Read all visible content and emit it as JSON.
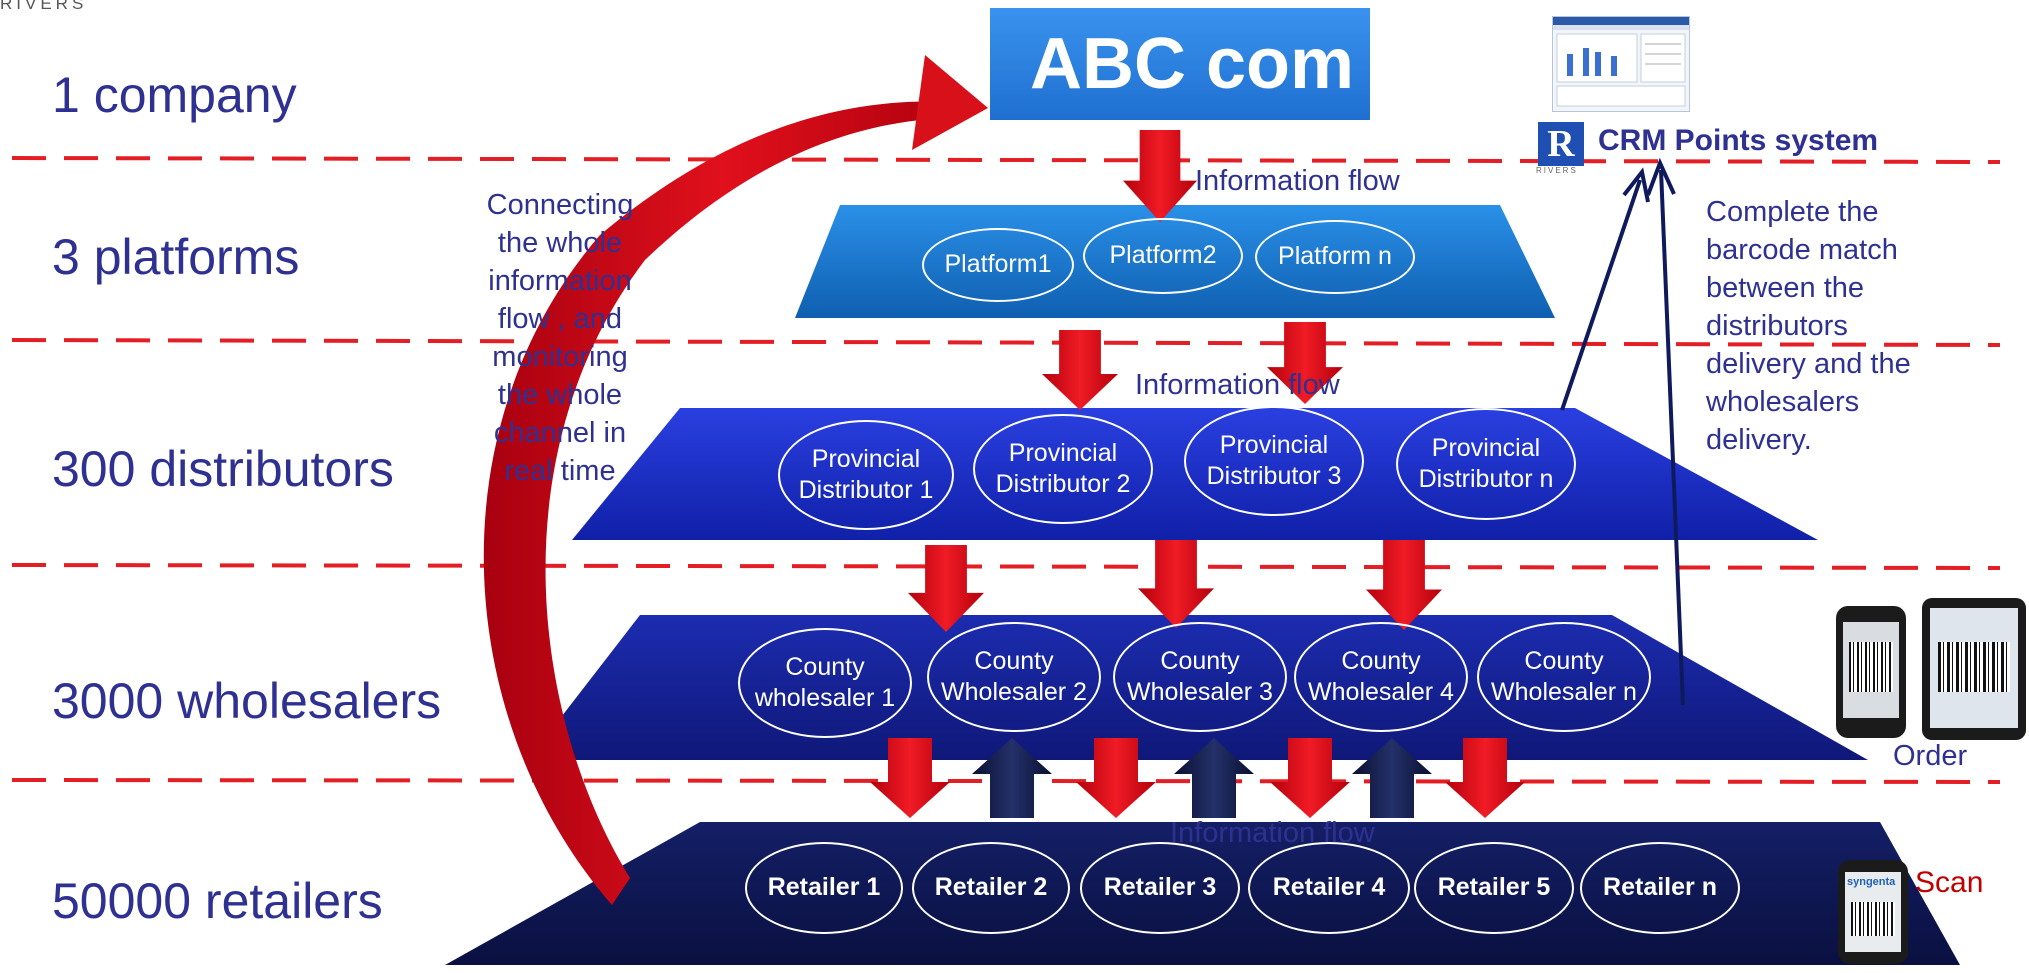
{
  "logo": {
    "top_text": "RIVERS",
    "small_text": "RIVERS",
    "letter": "R"
  },
  "levels": [
    {
      "label": "1 company"
    },
    {
      "label": "3 platforms"
    },
    {
      "label": "300 distributors"
    },
    {
      "label": "3000 wholesalers"
    },
    {
      "label": "50000 retailers"
    }
  ],
  "company": {
    "label": "ABC com"
  },
  "flow_labels": [
    "Information flow",
    "Information flow",
    "Information flow"
  ],
  "left_note": [
    "Connecting",
    "the whole",
    "information",
    "flow , and",
    "monitoring",
    "the whole",
    "channel in",
    "real time"
  ],
  "crm": {
    "title": "CRM Points system"
  },
  "right_note": [
    "Complete the",
    "barcode match",
    "between the",
    "distributors",
    "delivery and the",
    "wholesalers",
    "delivery."
  ],
  "platforms": [
    "Platform1",
    "Platform2",
    "Platform n"
  ],
  "distributors": [
    [
      "Provincial",
      "Distributor 1"
    ],
    [
      "Provincial",
      "Distributor 2"
    ],
    [
      "Provincial",
      "Distributor 3"
    ],
    [
      "Provincial",
      "Distributor n"
    ]
  ],
  "wholesalers": [
    [
      "County",
      "wholesaler 1"
    ],
    [
      "County",
      "Wholesaler 2"
    ],
    [
      "County",
      "Wholesaler 3"
    ],
    [
      "County",
      "Wholesaler 4"
    ],
    [
      "County",
      "Wholesaler n"
    ]
  ],
  "retailers": [
    "Retailer 1",
    "Retailer 2",
    "Retailer 3",
    "Retailer 4",
    "Retailer 5",
    "Retailer n"
  ],
  "devices": {
    "order_label": "Order",
    "scan_label": "Scan",
    "scan_brand": "syngenta"
  },
  "colors": {
    "text": "#2e3192",
    "divider": "#e31e24",
    "down_arrow": "#e31e24",
    "up_arrow": "#111a4a",
    "company_box": "#2b7fe0",
    "platform_tier": "#1a7fd4",
    "distributor_tier": "#1c2fcf",
    "wholesaler_tier": "#15219a",
    "retailer_tier": "#0d1550",
    "scan_text": "#c00000"
  }
}
